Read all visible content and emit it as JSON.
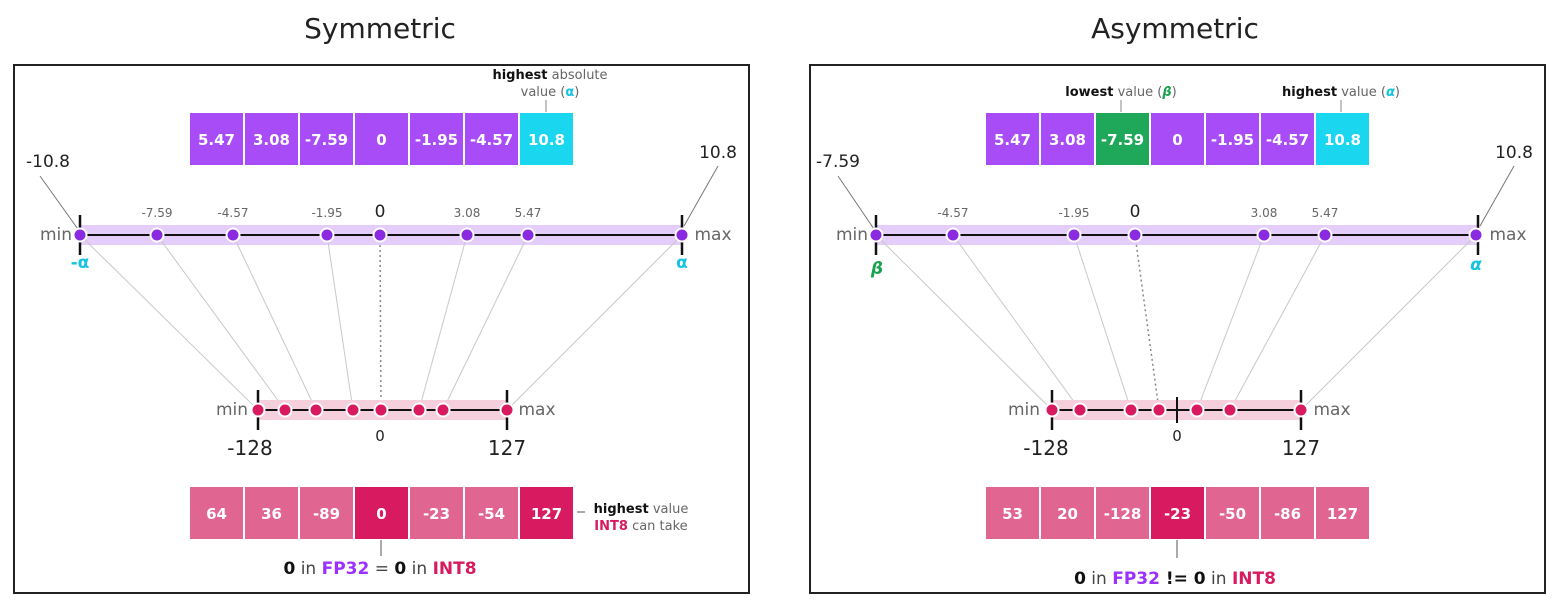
{
  "colors": {
    "fp32_purple": "#a74cf6",
    "alpha_cyan": "#1ad6ee",
    "beta_green": "#1fa75a",
    "int8_pink": "#e06691",
    "int8_dark": "#d81b60",
    "fp32_band": "#e4ccfb",
    "int8_band": "#f6cfdd",
    "dot_purple": "#8a2be2",
    "dot_pink": "#d81b60",
    "alpha_text": "#16c3e3",
    "beta_text": "#1aa14f",
    "fp32_text": "#9b30ff",
    "int8_text": "#d81b60"
  },
  "symmetric": {
    "title": "Symmetric",
    "note_bold": "highest",
    "note_rest1": " absolute",
    "note_line2": "value (",
    "note_greek": "α",
    "note_close": ")",
    "fp32_values": [
      "5.47",
      "3.08",
      "-7.59",
      "0",
      "-1.95",
      "-4.57",
      "10.8"
    ],
    "range_left": "-10.8",
    "range_right": "10.8",
    "min_label": "min",
    "max_label": "max",
    "neg_alpha": "-α",
    "alpha": "α",
    "top_ticks": [
      "-7.59",
      "-4.57",
      "-1.95",
      "0",
      "3.08",
      "5.47"
    ],
    "int8_min_label": "min",
    "int8_max_label": "max",
    "int8_left": "-128",
    "int8_zero": "0",
    "int8_right": "127",
    "int8_values": [
      "64",
      "36",
      "-89",
      "0",
      "-23",
      "-54",
      "127"
    ],
    "int8_note_bold": "highest",
    "int8_note_rest": " value",
    "int8_note_line2_bold": "INT8",
    "int8_note_line2_rest": " can take",
    "bottom_zero": "0",
    "bottom_in1": " in ",
    "bottom_fp32": "FP32",
    "bottom_eq": " = ",
    "bottom_zero2": "0",
    "bottom_in2": " in ",
    "bottom_int8": "INT8"
  },
  "asymmetric": {
    "title": "Asymmetric",
    "low_bold": "lowest",
    "low_rest": " value (",
    "low_greek": "β",
    "low_close": ")",
    "high_bold": "highest",
    "high_rest": " value (",
    "high_greek": "α",
    "high_close": ")",
    "fp32_values": [
      "5.47",
      "3.08",
      "-7.59",
      "0",
      "-1.95",
      "-4.57",
      "10.8"
    ],
    "range_left": "-7.59",
    "range_right": "10.8",
    "min_label": "min",
    "max_label": "max",
    "beta": "β",
    "alpha": "α",
    "top_ticks": [
      "-4.57",
      "-1.95",
      "0",
      "3.08",
      "5.47"
    ],
    "int8_min_label": "min",
    "int8_max_label": "max",
    "int8_left": "-128",
    "int8_zero": "0",
    "int8_right": "127",
    "int8_values": [
      "53",
      "20",
      "-128",
      "-23",
      "-50",
      "-86",
      "127"
    ],
    "bottom_zero": "0",
    "bottom_in1": " in ",
    "bottom_fp32": "FP32",
    "bottom_neq": " != ",
    "bottom_zero2": "0",
    "bottom_in2": " in ",
    "bottom_int8": "INT8"
  }
}
